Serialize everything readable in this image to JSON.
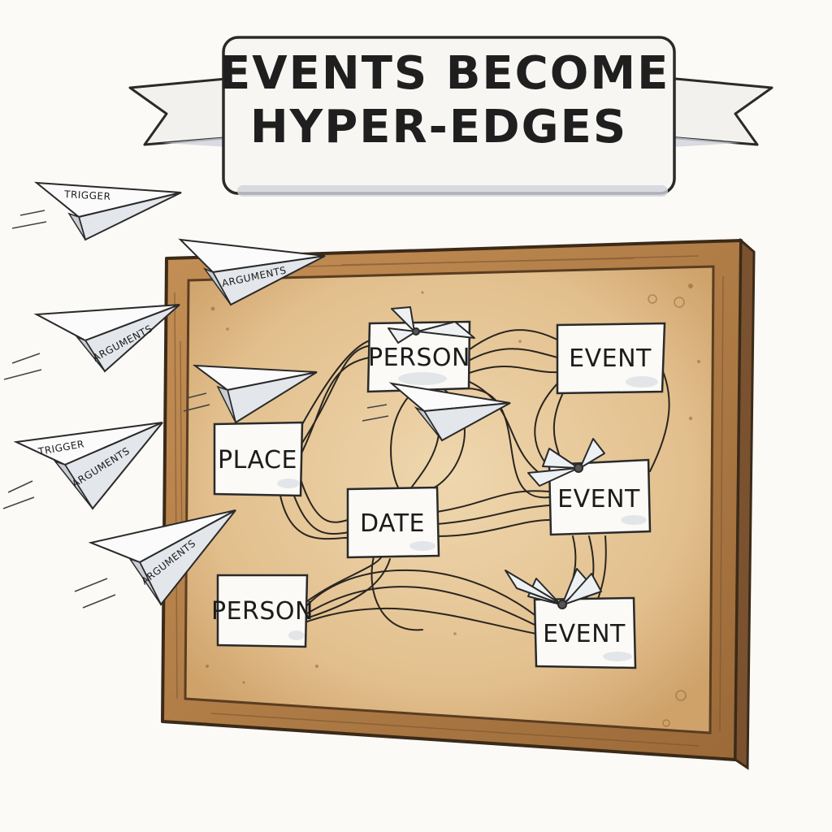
{
  "title": {
    "line1": "EVENTS BECOME",
    "line2": "HYPER-EDGES"
  },
  "board": {
    "nodes": [
      {
        "id": "person-top",
        "label": "PERSON"
      },
      {
        "id": "event-top",
        "label": "EVENT"
      },
      {
        "id": "place",
        "label": "PLACE"
      },
      {
        "id": "date",
        "label": "DATE"
      },
      {
        "id": "event-middle",
        "label": "EVENT"
      },
      {
        "id": "person-bottom",
        "label": "PERSON"
      },
      {
        "id": "event-bottom",
        "label": "EVENT"
      }
    ]
  },
  "planes": [
    {
      "labels": [
        "TRIGGER"
      ]
    },
    {
      "labels": [
        "ARGUMENTS"
      ]
    },
    {
      "labels": [
        "ARGUMENTS"
      ]
    },
    {
      "labels": [
        "TRIGGER",
        "ARGUMENTS"
      ]
    },
    {
      "labels": [
        "ARGUMENTS"
      ]
    }
  ],
  "colors": {
    "frame": "#b07d47",
    "frame_dark": "#6e4a26",
    "cork": "#e6c79a",
    "card": "#fbfaf6",
    "ink": "#1c1c1c",
    "banner": "#f7f6f2",
    "string": "#2a2520"
  }
}
